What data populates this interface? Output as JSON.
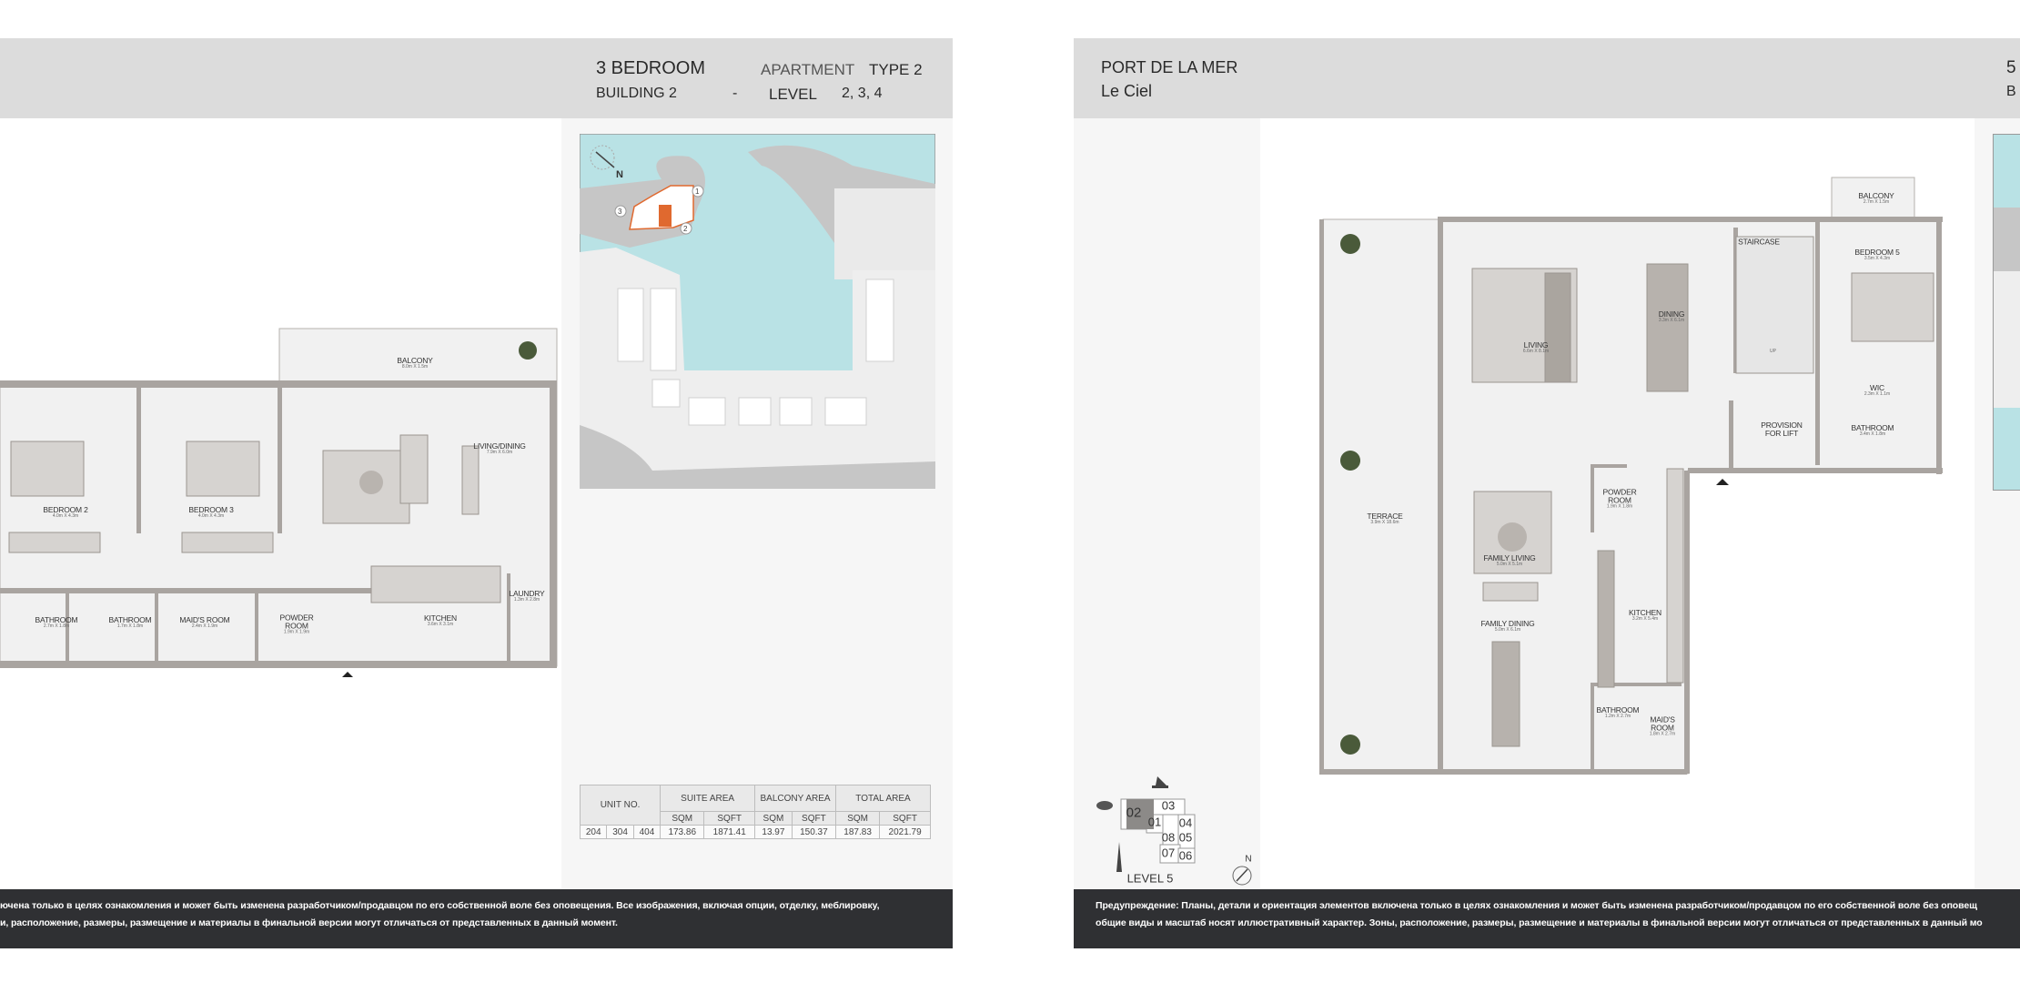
{
  "left_page": {
    "header": {
      "title": "3 BEDROOM",
      "type_label": "APARTMENT",
      "type_value": "TYPE 2",
      "building": "BUILDING 2",
      "separator": "-",
      "level_label": "LEVEL",
      "level_value": "2, 3, 4"
    },
    "rooms": [
      {
        "name": "BALCONY",
        "dims": "8.0m X 1.5m"
      },
      {
        "name": "LIVING/DINING",
        "dims": "7.9m X 6.0m"
      },
      {
        "name": "BEDROOM 2",
        "dims": "4.0m X 4.3m"
      },
      {
        "name": "BEDROOM 3",
        "dims": "4.0m X 4.3m"
      },
      {
        "name": "BATHROOM",
        "dims": "2.7m X 1.8m"
      },
      {
        "name": "BATHROOM",
        "dims": "1.7m X 1.8m"
      },
      {
        "name": "MAID'S ROOM",
        "dims": "2.4m X 1.9m"
      },
      {
        "name": "POWDER ROOM",
        "dims": "1.9m X 1.9m"
      },
      {
        "name": "KITCHEN",
        "dims": "3.6m X 3.1m"
      },
      {
        "name": "LAUNDRY",
        "dims": "1.3m X 2.8m"
      }
    ],
    "key_map": {
      "north": "N",
      "markers": [
        "1",
        "2",
        "3"
      ]
    },
    "area_table": {
      "headers": {
        "unit": "UNIT NO.",
        "suite": "SUITE AREA",
        "balcony": "BALCONY AREA",
        "total": "TOTAL AREA",
        "sqm": "SQM",
        "sqft": "SQFT"
      },
      "units": [
        "204",
        "304",
        "404"
      ],
      "suite_sqm": "173.86",
      "suite_sqft": "1871.41",
      "balcony_sqm": "13.97",
      "balcony_sqft": "150.37",
      "total_sqm": "187.83",
      "total_sqft": "2021.79"
    },
    "footer": {
      "line1": "ючена только в целях ознакомления и может быть изменена разработчиком/продавцом по его собственной воле без оповещения. Все изображения, включая опции, отделку, меблировку,",
      "line2": "и, расположение, размеры, размещение и материалы в финальной версии могут отличаться от представленных в данный момент."
    }
  },
  "right_page": {
    "header": {
      "project": "PORT DE LA MER",
      "building_name": "Le Ciel",
      "right_line1": "5",
      "right_line2": "B"
    },
    "rooms": [
      {
        "name": "BALCONY",
        "dims": "2.7m X 1.5m"
      },
      {
        "name": "LIVING",
        "dims": "6.6m X 8.1m"
      },
      {
        "name": "DINING",
        "dims": "3.3m X 6.1m"
      },
      {
        "name": "STAIRCASE",
        "dims": ""
      },
      {
        "name": "BEDROOM 5",
        "dims": "3.5m X 4.3m"
      },
      {
        "name": "WIC",
        "dims": "2.3m X 1.1m"
      },
      {
        "name": "BATHROOM",
        "dims": "3.4m X 1.8m"
      },
      {
        "name": "PROVISION FOR LIFT",
        "dims": ""
      },
      {
        "name": "TERRACE",
        "dims": "3.9m X 18.6m"
      },
      {
        "name": "POWDER ROOM",
        "dims": "1.9m X 1.8m"
      },
      {
        "name": "FAMILY LIVING",
        "dims": "5.0m X 5.1m"
      },
      {
        "name": "FAMILY DINING",
        "dims": "5.0m X 6.1m"
      },
      {
        "name": "KITCHEN",
        "dims": "3.2m X 5.4m"
      },
      {
        "name": "BATHROOM",
        "dims": "1.2m X 2.7m"
      },
      {
        "name": "MAID'S ROOM",
        "dims": "1.8m X 2.7m"
      }
    ],
    "stair_up": "UP",
    "level_key": {
      "units": [
        "02",
        "03",
        "01",
        "04",
        "08",
        "05",
        "07",
        "06"
      ],
      "level": "LEVEL 5",
      "north": "N"
    },
    "footer": {
      "line1": "Предупреждение: Планы, детали и ориентация элементов включена только в целях ознакомления и может быть изменена разработчиком/продавцом по его собственной воле без оповещ",
      "line2": "общие виды и масштаб носят иллюстративный характер. Зоны, расположение, размеры, размещение и материалы в финальной версии могут отличаться от представленных в данный мо"
    }
  },
  "colors": {
    "water": "#b9e2e5",
    "highlight": "#e0692f",
    "footer": "#2f3033",
    "header": "#dcdcdc",
    "wall": "#a9a4a0"
  }
}
